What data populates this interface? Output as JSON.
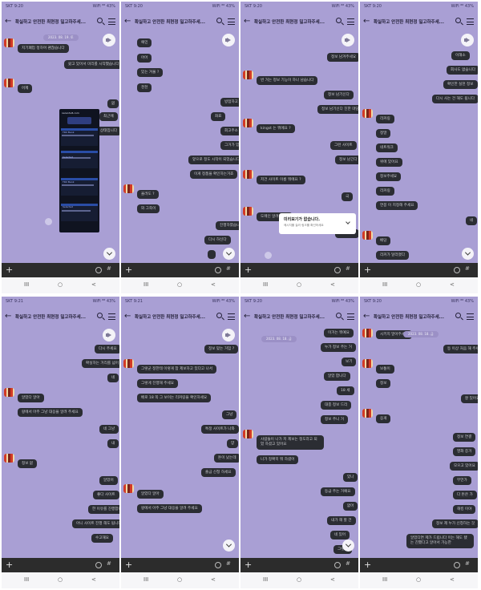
{
  "status": {
    "carrier": "SKT",
    "signal": "WiFi ⁸⁸ 43%",
    "times": [
      "9:20",
      "9:20",
      "9:20",
      "9:20",
      "9:21",
      "9:21",
      "9:20",
      "9:20"
    ]
  },
  "header": {
    "back_glyph": "←",
    "title": "확실하고 안전한 최현정 밀고하주세..."
  },
  "composer": {
    "plus": "+",
    "hash": "#"
  },
  "navbar": {
    "recent": "III",
    "home": "○",
    "back": "<"
  },
  "colors": {
    "chat_bg": "#a99fd4",
    "bubble": "#2b2d33",
    "composer": "#2c2c2c"
  },
  "panels": [
    {
      "date": "2023. 08. 19. 토",
      "messages": [
        {
          "text": "지기폐업 정하며 괜찮습니다"
        },
        {
          "text": "왔고 있어서 미리를 시작했습니다"
        },
        {
          "text": "어제"
        },
        {
          "text": "없"
        },
        {
          "text": "최근에"
        },
        {
          "text": "그냥 상태입니다"
        }
      ],
      "screenshot": {
        "url": "naranhu5.com",
        "rows": [
          "TRX Bank",
          "Selected",
          "TRX Bank",
          "Selected"
        ]
      }
    },
    {
      "messages": [
        {
          "text": "예민"
        },
        {
          "text": "어어"
        },
        {
          "text": "있는 겨울 ?"
        },
        {
          "text": "천천"
        },
        {
          "text": "방점하고 친분이 있다"
        },
        {
          "text": "좌표"
        },
        {
          "text": "회고주소"
        },
        {
          "text": "그거가 있는 건 아닌데 정도"
        },
        {
          "text": "앞으로 정도 시작이 되었습니다"
        },
        {
          "text": "이게 정품을 확인하는거죠"
        },
        {
          "text": "올려도 ?"
        },
        {
          "text": "와 그쪽이"
        },
        {
          "text": "진행하였습니다"
        },
        {
          "text": "다시 하신다"
        }
      ]
    },
    {
      "messages": [
        {
          "text": "정보 남겨주세요"
        },
        {
          "text": "번 거는 정보 기능이 하나 남습니다"
        },
        {
          "text": "정보 남기신다"
        },
        {
          "text": "정보 남기신다 친한 마당"
        },
        {
          "text": "kingst 는 뭐에요 ?"
        },
        {
          "text": "그런 사이트"
        },
        {
          "text": "정보 남긴다"
        },
        {
          "text": "저건 사이트 이름 뭐에요 ?"
        },
        {
          "text": "극"
        },
        {
          "text": "도메인 알려주세요"
        },
        {
          "text": "ok1.com"
        }
      ],
      "popup": {
        "title": "미리보기가 없습니다.",
        "subtitle": "메시지를 눌러 링크를 확인하세요"
      }
    },
    {
      "messages": [
        {
          "text": "이해소"
        },
        {
          "text": "회사도 없습니다"
        },
        {
          "text": "확인한 실천 정보"
        },
        {
          "text": "다시 사는 건 해도 됩니다"
        },
        {
          "text": "리커링"
        },
        {
          "text": "정말"
        },
        {
          "text": "네트워크"
        },
        {
          "text": "위에 있어요"
        },
        {
          "text": "정보주세요"
        },
        {
          "text": "리커링"
        },
        {
          "text": "연봉 이 지정해 주세요"
        },
        {
          "text": "네"
        },
        {
          "text": "배당"
        },
        {
          "text": "리커가 달라졌다"
        }
      ]
    },
    {
      "messages": [
        {
          "text": "다시 주세요"
        },
        {
          "text": "확실하는 거리를 넘어"
        },
        {
          "text": "네"
        },
        {
          "text": "알았다 알아"
        },
        {
          "text": "왕에서 아주 그냥 대응을 알려 주세요"
        },
        {
          "text": "네 그냥"
        },
        {
          "text": "내"
        },
        {
          "text": "정보 없"
        },
        {
          "text": "알았어"
        },
        {
          "text": "좋다 사이트"
        },
        {
          "text": "한 이유를 진행합니다"
        },
        {
          "text": "아니 사이트 진행 해도 됩니다"
        },
        {
          "text": "수고해요"
        }
      ]
    },
    {
      "messages": [
        {
          "text": "정보 맞는 거임 ?"
        },
        {
          "text": "그렇군 정한테 이렇게 참 제보하고 있다고 나서"
        },
        {
          "text": "그렇게 진행해 주세요"
        },
        {
          "text": "배로 18 쪽 그 보이는 리커링을 확인하세요"
        },
        {
          "text": "그냥"
        },
        {
          "text": "특정 사이트가 나와"
        },
        {
          "text": "양"
        },
        {
          "text": "돈이 났는데"
        },
        {
          "text": "출금 신청 하세요"
        },
        {
          "text": "알았다 알아"
        },
        {
          "text": "왕에서 아주 그냥 대응을 알려 주세요"
        }
      ]
    },
    {
      "date": "2023. 08. 18. 금",
      "messages": [
        {
          "text": "이거는 뭐예요"
        },
        {
          "text": "누가 정보 주는 거"
        },
        {
          "text": "보기"
        },
        {
          "text": "알았 합니다"
        },
        {
          "text": "18 세"
        },
        {
          "text": "대충 정보 드리"
        },
        {
          "text": "정보 주니 거"
        },
        {
          "text": "사람들이 나가 저 제보는 정도라고 되었 하셨고 있어요"
        },
        {
          "text": "나가 정확히 뭐 하셨어"
        },
        {
          "text": "있나"
        },
        {
          "text": "등급 주는 거예요"
        },
        {
          "text": "없어"
        },
        {
          "text": "내가 해 할 건"
        },
        {
          "text": "네 있어"
        },
        {
          "text": "그렇고"
        }
      ]
    },
    {
      "date": "2023. 08. 18. 금",
      "messages": [
        {
          "text": "시키지 말아주세요"
        },
        {
          "text": "등 이상 처음 해 주세요"
        },
        {
          "text": "보통이"
        },
        {
          "text": "정보"
        },
        {
          "text": "잘 있어요"
        },
        {
          "text": "응게"
        },
        {
          "text": "정보 연결"
        },
        {
          "text": "영화 증거"
        },
        {
          "text": "모으고 있어요"
        },
        {
          "text": "무언가"
        },
        {
          "text": "다 돈은 가"
        },
        {
          "text": "해킹 이야"
        },
        {
          "text": "정보 제 누가 신청하는 것"
        },
        {
          "text": "알았다면 제가 드립니다 이는 해도 됐는 친했다고 알아서 가능한"
        }
      ]
    }
  ]
}
